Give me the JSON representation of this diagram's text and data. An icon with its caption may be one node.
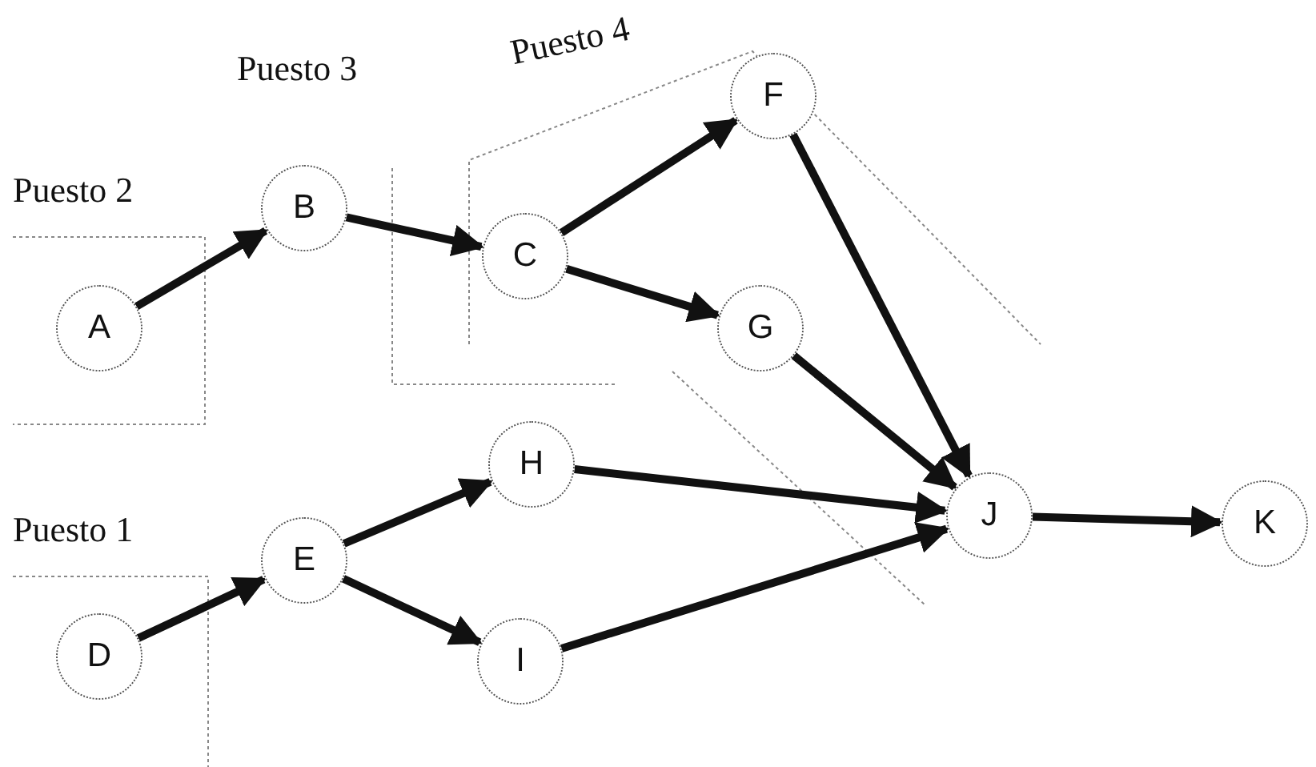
{
  "diagram": {
    "nodes": [
      {
        "text": [
          "A"
        ]
      },
      {
        "text": [
          "B"
        ]
      },
      {
        "text": [
          "C"
        ]
      },
      {
        "text": [
          "F"
        ]
      },
      {
        "text": [
          "G"
        ]
      },
      {
        "text": [
          "H"
        ]
      },
      {
        "text": [
          "J"
        ]
      },
      {
        "text": [
          "K"
        ]
      },
      {
        "text": [
          "E"
        ]
      },
      {
        "text": [
          "D"
        ]
      },
      {
        "text": [
          "I"
        ]
      }
    ],
    "edges": [
      {
        "from": 0,
        "to": 1,
        "arrow": "to"
      },
      {
        "from": 1,
        "to": 2,
        "arrow": "to"
      },
      {
        "from": 2,
        "to": 3,
        "arrow": "to"
      },
      {
        "from": 2,
        "to": 4,
        "arrow": "to"
      },
      {
        "from": 3,
        "to": 6,
        "arrow": "to"
      },
      {
        "from": 4,
        "to": 6,
        "arrow": "to"
      },
      {
        "from": 5,
        "to": 6,
        "arrow": "to"
      },
      {
        "from": 10,
        "to": 6,
        "arrow": "to"
      },
      {
        "from": 6,
        "to": 7,
        "arrow": "to"
      },
      {
        "from": 9,
        "to": 8,
        "arrow": "to"
      },
      {
        "from": 8,
        "to": 5,
        "arrow": "to"
      },
      {
        "from": 8,
        "to": 10,
        "arrow": "to"
      }
    ],
    "labels": [
      "Puesto 4",
      "Puesto 3",
      "Puesto 2",
      "Puesto 1"
    ]
  }
}
